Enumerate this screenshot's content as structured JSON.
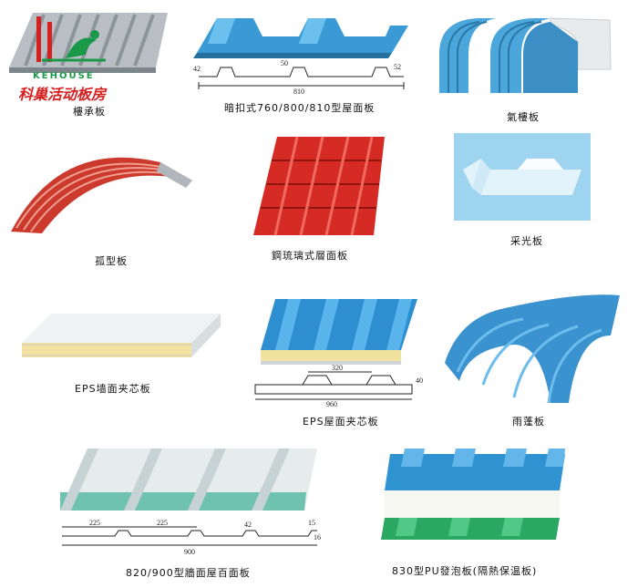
{
  "brand": {
    "name_latin": "KEHOUSE",
    "name_cn": "科巢活动板房"
  },
  "products": [
    {
      "caption": "樓承板"
    },
    {
      "caption": "暗扣式760/800/810型屋面板",
      "dims": [
        "810",
        "42",
        "50",
        "52"
      ]
    },
    {
      "caption": "氣樓板"
    },
    {
      "caption": "孤型板"
    },
    {
      "caption": "鋼琉璃式層面板"
    },
    {
      "caption": "采光板"
    },
    {
      "caption": "EPS墙面夹芯板"
    },
    {
      "caption": "EPS屋面夹芯板",
      "dims": [
        "320",
        "960",
        "40"
      ]
    },
    {
      "caption": "雨蓬板"
    },
    {
      "caption": "820/900型牆面屋百面板",
      "dims": [
        "225",
        "225",
        "42",
        "15",
        "900",
        "16"
      ]
    },
    {
      "caption": "830型PU發泡板(隔熱保温板)"
    }
  ],
  "colors": {
    "steel_blue": "#3a9ad6",
    "tile_red": "#d62a25",
    "arch_red": "#cc3a2e",
    "panel_white": "#eef2f2",
    "foam_yellow": "#f2e2a0",
    "teal_green": "#6fc2b0",
    "logo_red": "#d62020",
    "logo_green": "#1a9a48"
  }
}
